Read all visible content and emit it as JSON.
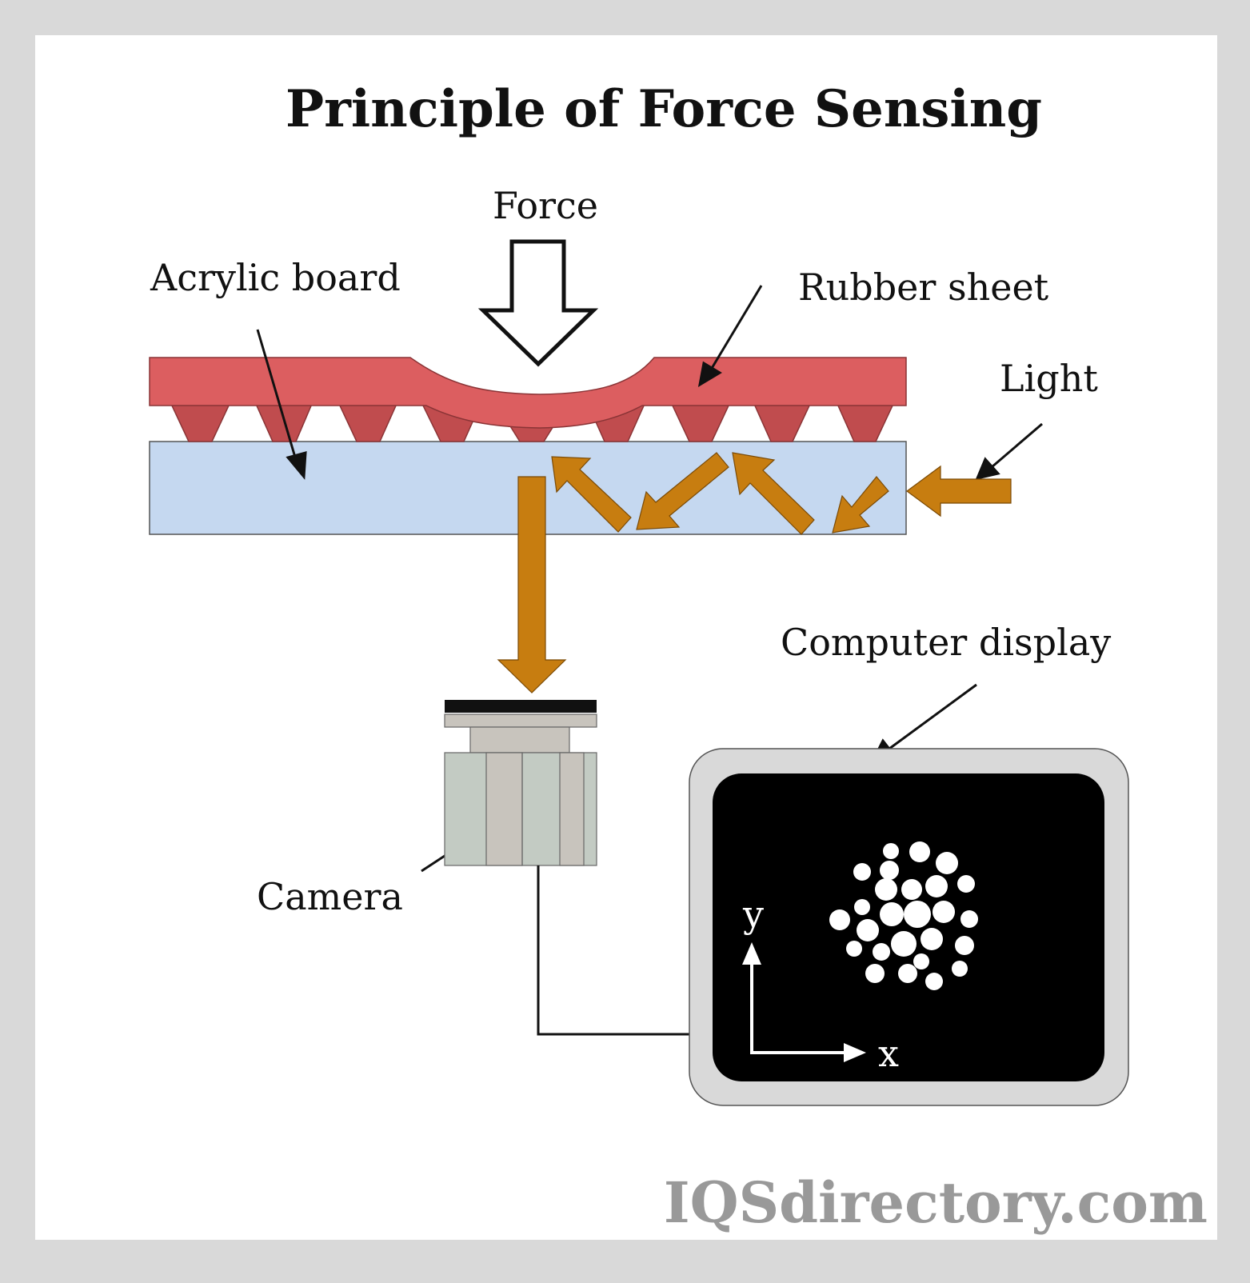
{
  "title": "Principle of Force Sensing",
  "labels": {
    "force": "Force",
    "acrylic_board": "Acrylic board",
    "rubber_sheet": "Rubber sheet",
    "light": "Light",
    "computer_display": "Computer display",
    "camera": "Camera",
    "axis_x": "x",
    "axis_y": "y"
  },
  "watermark": "IQSdirectory.com",
  "colors": {
    "frame": "#d9d9d9",
    "panel": "#ffffff",
    "rubber": "#dc5e60",
    "rubber_dark": "#c04c4e",
    "acrylic": "#c5d8f0",
    "light_arrow": "#c77d10",
    "camera_body": "#c3cbc3",
    "camera_cap": "#c8c4bd",
    "display_bezel": "#d9d9d9",
    "display_screen": "#000000",
    "spots": "#ffffff",
    "watermark": "#999999"
  }
}
